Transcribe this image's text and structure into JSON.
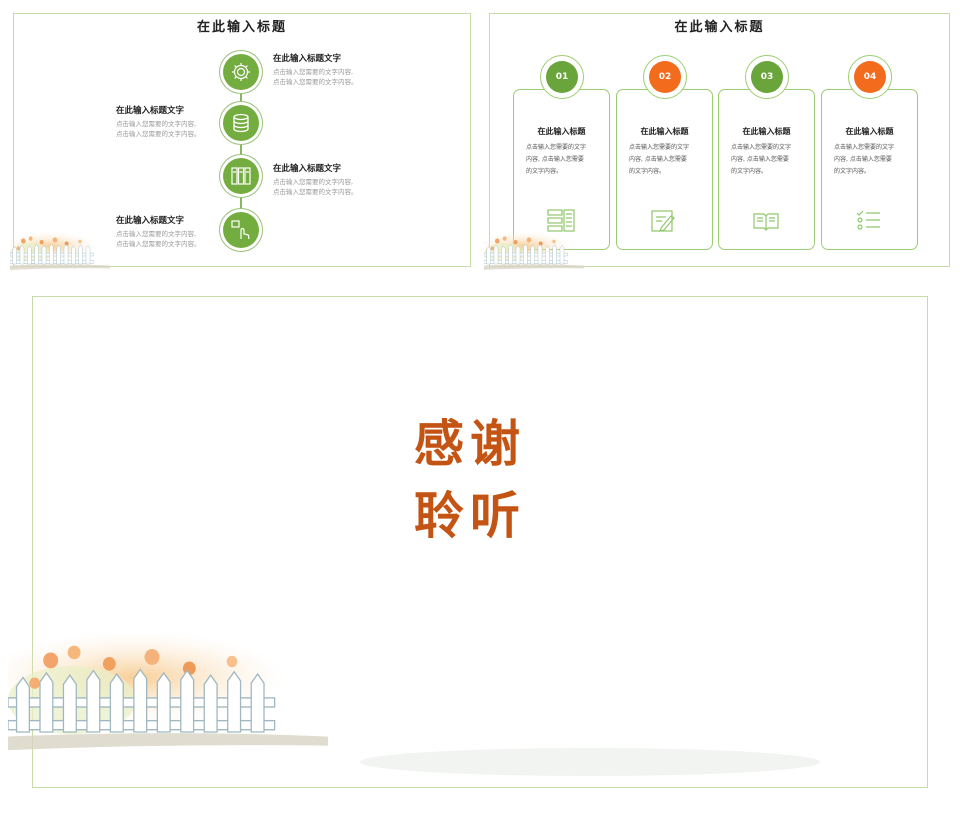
{
  "slide1": {
    "title": "在此输入标题",
    "items": [
      {
        "heading": "在此输入标题文字",
        "desc1": "点击输入您需要的文字内容,",
        "desc2": "点击输入您需要的文字内容。"
      },
      {
        "heading": "在此输入标题文字",
        "desc1": "点击输入您需要的文字内容,",
        "desc2": "点击输入您需要的文字内容。"
      },
      {
        "heading": "在此输入标题文字",
        "desc1": "点击输入您需要的文字内容,",
        "desc2": "点击输入您需要的文字内容。"
      },
      {
        "heading": "在此输入标题文字",
        "desc1": "点击输入您需要的文字内容,",
        "desc2": "点击输入您需要的文字内容。"
      }
    ],
    "icons": [
      "gear-icon",
      "database-icon",
      "binders-icon",
      "touch-icon"
    ]
  },
  "slide2": {
    "title": "在此输入标题",
    "cards": [
      {
        "num": "01",
        "color": "#6aa53c",
        "heading": "在此输入标题",
        "l1": "点击输入您需要的文字",
        "l2": "内容, 点击输入您需要",
        "l3": "的文字内容。",
        "icon": "server-list-icon"
      },
      {
        "num": "02",
        "color": "#f36b1c",
        "heading": "在此输入标题",
        "l1": "点击输入您需要的文字",
        "l2": "内容, 点击输入您需要",
        "l3": "的文字内容。",
        "icon": "edit-document-icon"
      },
      {
        "num": "03",
        "color": "#6aa53c",
        "heading": "在此输入标题",
        "l1": "点击输入您需要的文字",
        "l2": "内容, 点击输入您需要",
        "l3": "的文字内容。",
        "icon": "open-book-icon"
      },
      {
        "num": "04",
        "color": "#f36b1c",
        "heading": "在此输入标题",
        "l1": "点击输入您需要的文字",
        "l2": "内容, 点击输入您需要",
        "l3": "的文字内容。",
        "icon": "checklist-icon"
      }
    ]
  },
  "slide3": {
    "line1": "感谢",
    "line2": "聆听"
  },
  "colors": {
    "green": "#73ad3f",
    "orange": "#f36b1c",
    "frame": "#c6dba7",
    "thanks": "#c45414"
  }
}
